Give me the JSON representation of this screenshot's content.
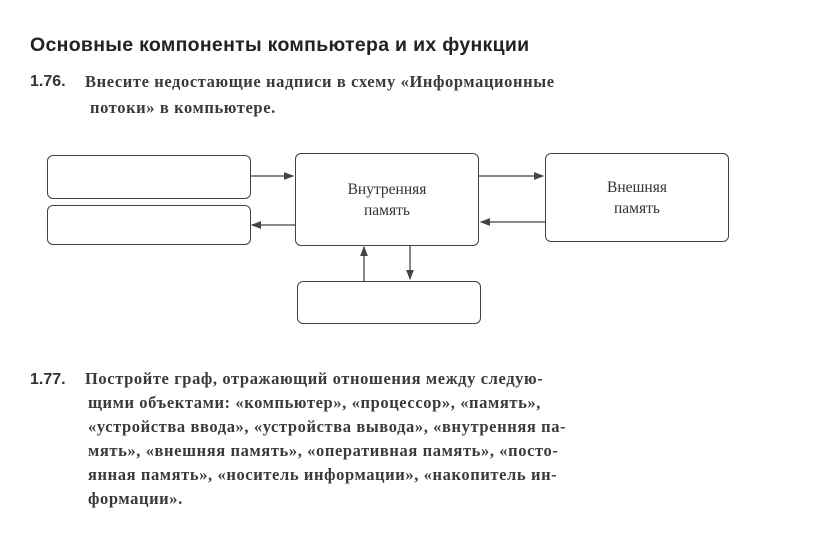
{
  "title": "Основные компоненты компьютера и их функции",
  "task_176": {
    "number": "1.76.",
    "lines": [
      "Внесите недостающие надписи в схему «Информационные",
      "потоки» в компьютере."
    ],
    "diagram": {
      "input_box_top": "",
      "input_box_bottom": "",
      "internal_memory": [
        "Внутренняя",
        "память"
      ],
      "external_memory": [
        "Внешняя",
        "память"
      ],
      "bottom_box": ""
    }
  },
  "task_177": {
    "number": "1.77.",
    "lines": [
      "Постройте граф, отражающий отношения между следую-",
      "щими объектами: «компьютер», «процессор», «память»,",
      "«устройства ввода», «устройства вывода», «внутренняя па-",
      "мять», «внешняя память», «оперативная память», «посто-",
      "янная память», «носитель информации», «накопитель ин-",
      "формации»."
    ]
  }
}
